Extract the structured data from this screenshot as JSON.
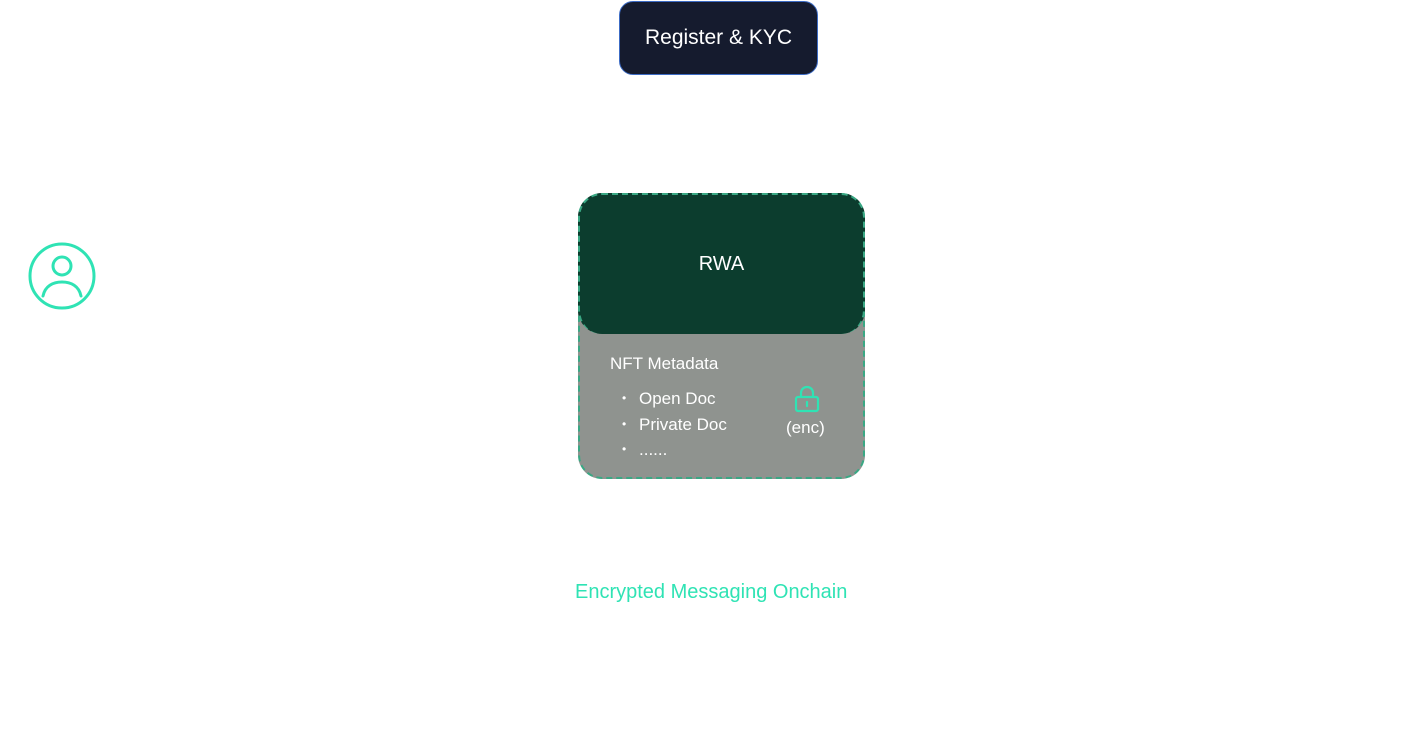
{
  "register": {
    "label": "Register & KYC"
  },
  "user": {
    "icon": "user-icon"
  },
  "rwa": {
    "title": "RWA",
    "metadata_title": "NFT Metadata",
    "items": [
      "Open Doc",
      "Private Doc",
      "......"
    ],
    "lock_icon": "lock-icon",
    "lock_label": "(enc)"
  },
  "messaging": {
    "label": "Encrypted Messaging Onchain"
  },
  "colors": {
    "accent": "#2fe3b4",
    "rwa_header": "#0c3d2e",
    "rwa_body": "#8f938f",
    "register_bg": "#151b2e",
    "register_border": "#3c6bc4"
  }
}
